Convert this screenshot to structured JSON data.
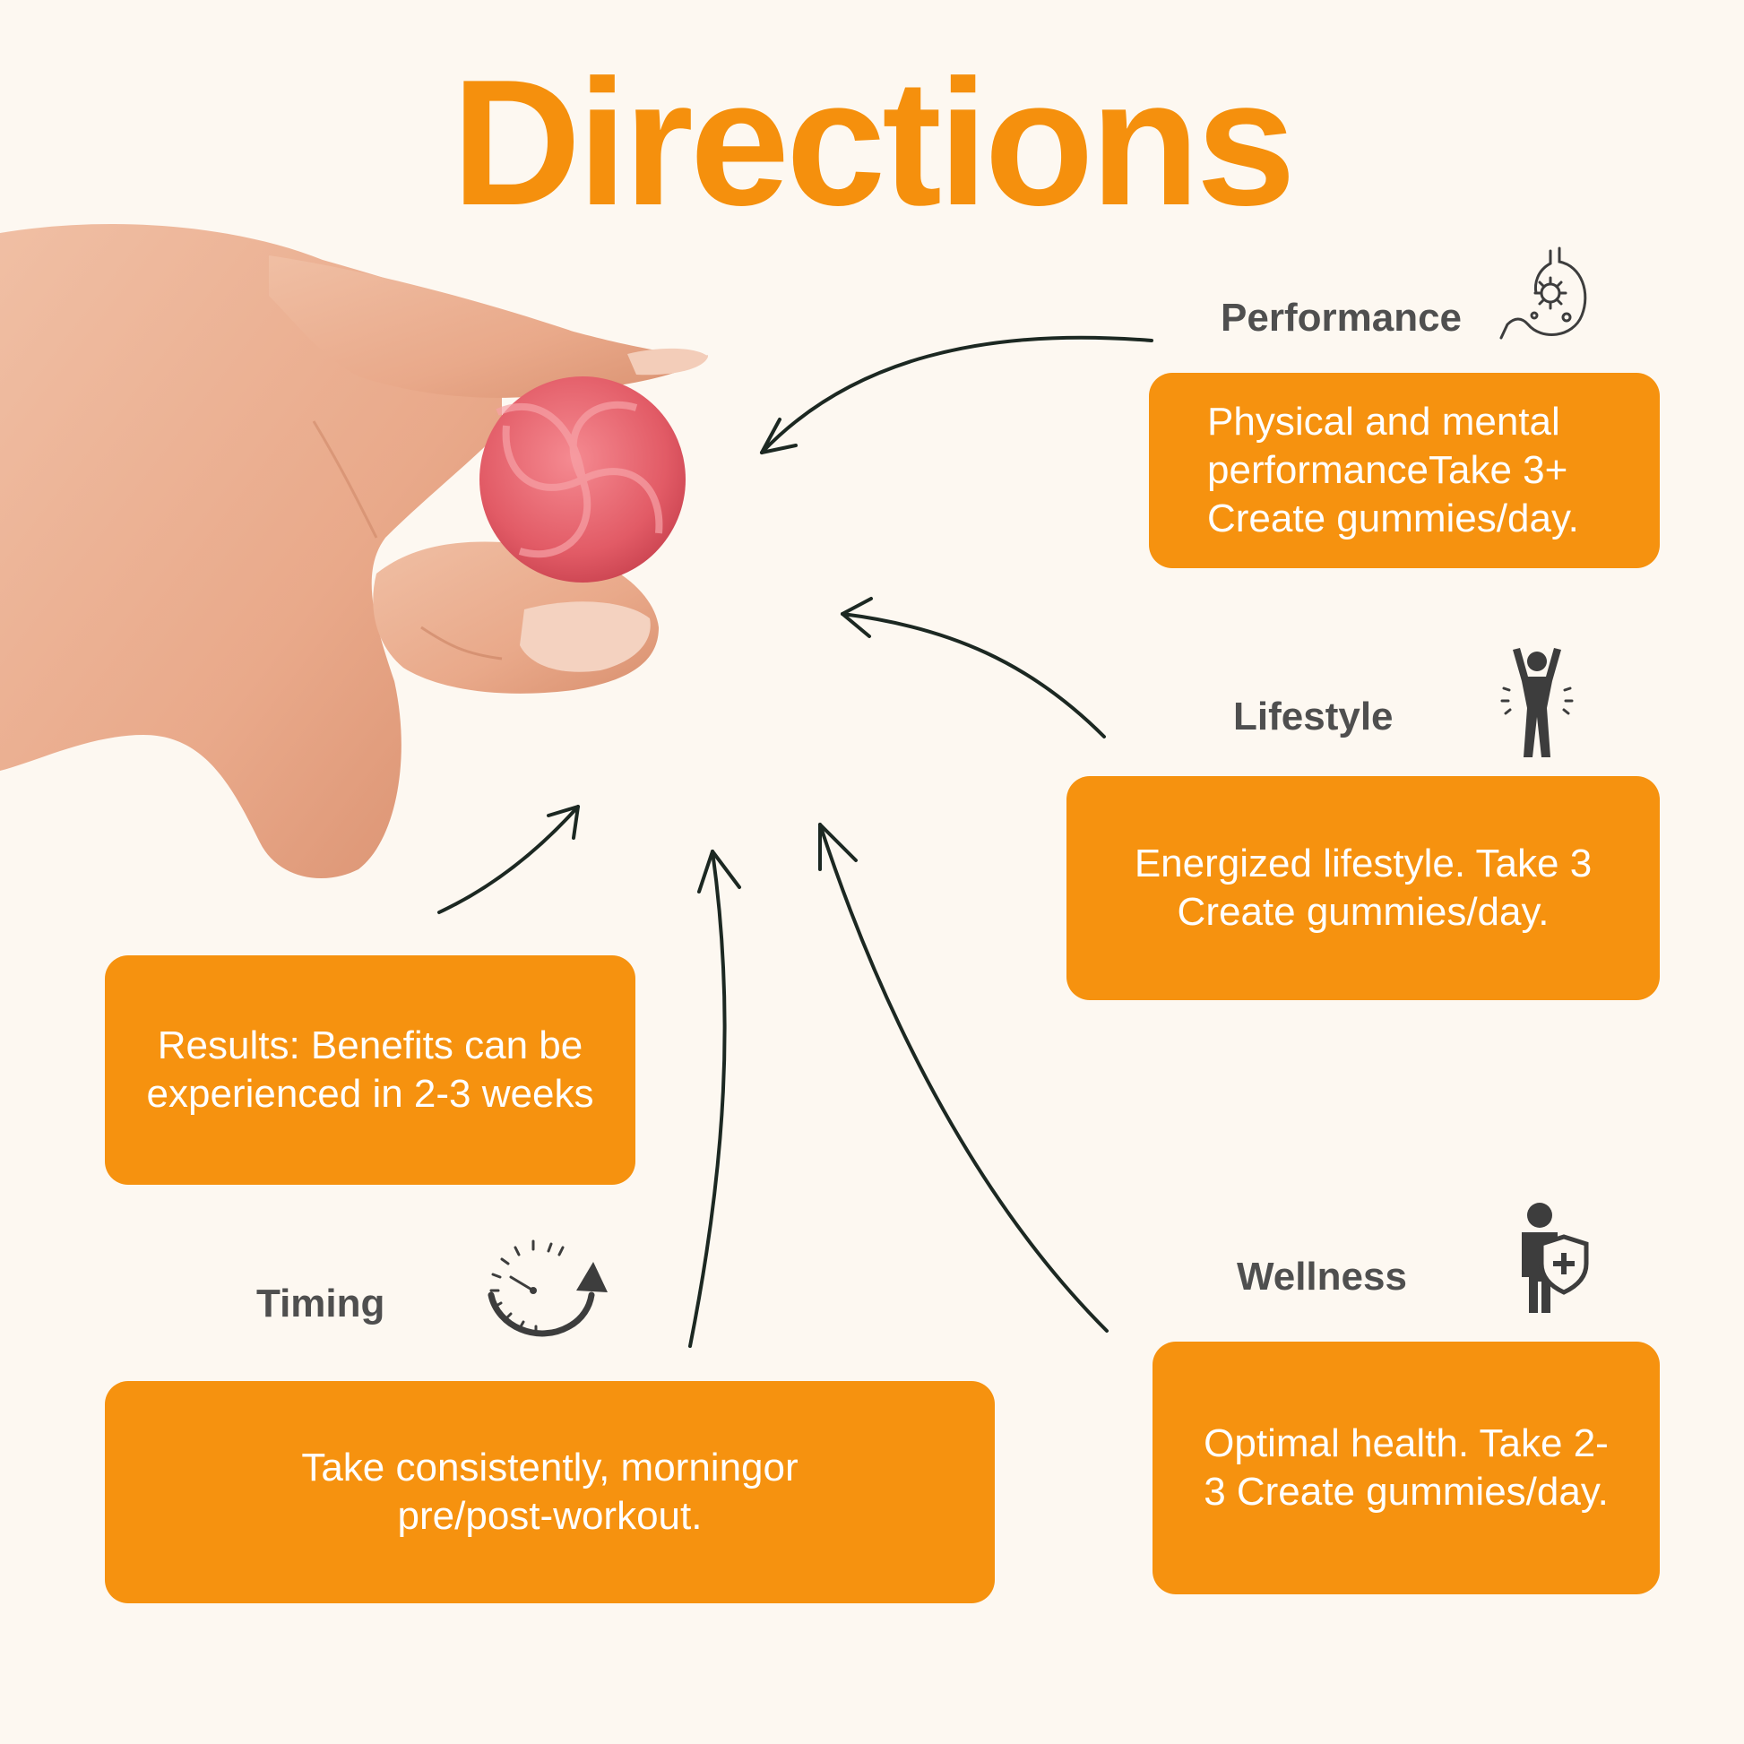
{
  "title": "Directions",
  "colors": {
    "accent": "#f5900d",
    "card": "#f6920f",
    "label": "#4f4f4f",
    "background": "#fdf8f1",
    "arrow": "#1c2822"
  },
  "sections": {
    "performance": {
      "label": "Performance",
      "text": "Physical and mental performanceTake 3+ Create gummies/day.",
      "icon": "stomach-icon"
    },
    "lifestyle": {
      "label": "Lifestyle",
      "text": "Energized lifestyle. Take 3 Create gummies/day.",
      "icon": "person-energy-icon"
    },
    "results": {
      "text": "Results: Benefits can be experienced in 2-3 weeks"
    },
    "timing": {
      "label": "Timing",
      "text": "Take consistently, morningor pre/post-workout.",
      "icon": "clock-arrow-icon"
    },
    "wellness": {
      "label": "Wellness",
      "text": "Optimal health. Take 2-3 Create gummies/day.",
      "icon": "person-shield-icon"
    }
  },
  "illustration": {
    "hand": "hand-holding-gummy",
    "gummy_color": "#e55d68"
  }
}
